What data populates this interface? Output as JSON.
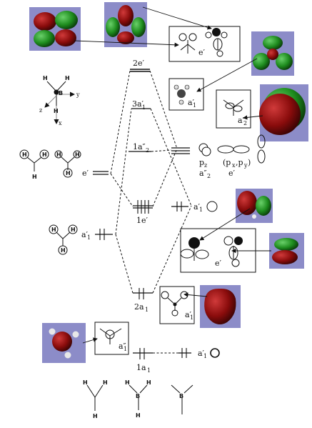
{
  "levels": {
    "2e": "2e′",
    "3a1": "3a′",
    "3a1_sub": "1",
    "1a2": "1a″",
    "1a2_sub": "2",
    "1e": "1e′",
    "2a1": "2a",
    "2a1_sub": "1",
    "1a1": "1a",
    "1a1_sub": "1"
  },
  "left_labels": {
    "e": "e′",
    "a1": "a′",
    "a1_sub": "1"
  },
  "right_labels": {
    "pz": "p",
    "pz_sub": "z",
    "pxpy": "(p",
    "pxpy_x": "x",
    "pxpy_comma": ",p",
    "pxpy_y": "y",
    "pxpy_close": ")",
    "a2": "a″",
    "a2_sub": "2",
    "e": "e′",
    "a1_2s": "a′",
    "a1_2s_sub": "1",
    "a1_1s": "a′",
    "a1_1s_sub": "1"
  },
  "box_labels": {
    "e_top": "e′",
    "a1_top": "a′",
    "a1_top_sub": "1",
    "a2": "a″",
    "a2_sub": "2",
    "e_mid": "e′",
    "a1_mid": "a′",
    "a1_mid_sub": "1",
    "a1_bottom": "a″",
    "a1_bottom_sub": "1"
  },
  "atoms": {
    "H": "H",
    "B": "B"
  },
  "axes": {
    "x": "x",
    "y": "y",
    "z": "z"
  },
  "colors": {
    "panel": "#8c8cc8",
    "lobe_red": "#8a0c0c",
    "lobe_green": "#1e8c1e",
    "line": "#111111"
  }
}
